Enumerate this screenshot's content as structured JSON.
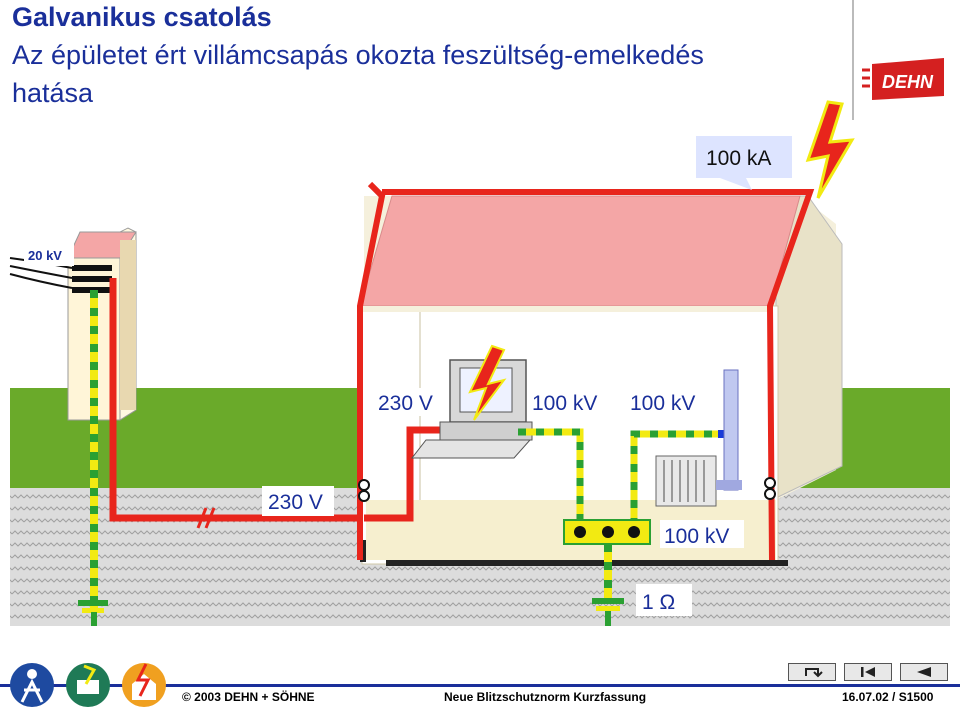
{
  "title": {
    "line1": "Galvanikus csatolás",
    "line2": "Az épületet ért villámcsapás okozta feszültség-emelkedés",
    "line3": "hatása"
  },
  "brand": {
    "logo_text": "DEHN",
    "color": "#d42020"
  },
  "labels": {
    "strike_current": "100 kA",
    "line_voltage": "20 kV",
    "mains_230_inside": "230 V",
    "potential_100_a": "100 kV",
    "potential_100_b": "100 kV",
    "mains_230_outside": "230 V",
    "potential_100_ground": "100 kV",
    "earth_resistance": "1 Ω"
  },
  "footer": {
    "copyright": "© 2003 DEHN + SÖHNE",
    "center": "Neue Blitzschutznorm Kurzfassung",
    "right": "16.07.02 / S1500"
  },
  "nav": {
    "buttons": [
      {
        "name": "return-icon"
      },
      {
        "name": "first-page-icon"
      },
      {
        "name": "previous-icon"
      }
    ]
  },
  "colors": {
    "title": "#1a2f9a",
    "lightning_path": "#e8251c",
    "earthing": "#f2ea12",
    "earthing_stripe": "#2aa032",
    "roof": "#f4a6a6",
    "grass": "#6aaa2a"
  }
}
